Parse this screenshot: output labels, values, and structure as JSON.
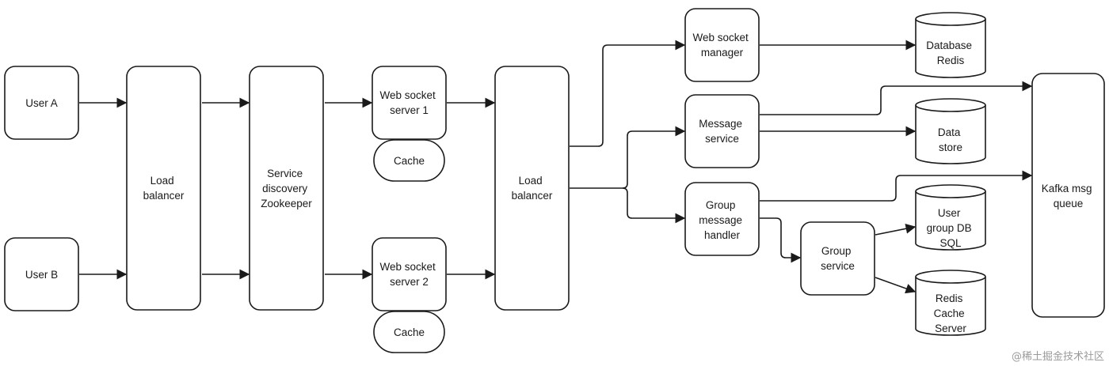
{
  "colors": {
    "stroke": "#1a1a1a",
    "background": "#ffffff",
    "watermark": "#9a9a9a"
  },
  "nodes": {
    "user_a": "User A",
    "user_b": "User B",
    "load_balancer_1": [
      "Load",
      "balancer"
    ],
    "service_discovery": [
      "Service",
      "discovery",
      "Zookeeper"
    ],
    "ws_server_1": [
      "Web socket",
      "server 1"
    ],
    "cache_1": "Cache",
    "ws_server_2": [
      "Web socket",
      "server 2"
    ],
    "cache_2": "Cache",
    "load_balancer_2": [
      "Load",
      "balancer"
    ],
    "ws_manager": [
      "Web socket",
      "manager"
    ],
    "message_service": [
      "Message",
      "service"
    ],
    "group_handler": [
      "Group",
      "message",
      "handler"
    ],
    "group_service": [
      "Group",
      "service"
    ],
    "db_redis": [
      "Database",
      "Redis"
    ],
    "data_store": [
      "Data",
      "store"
    ],
    "user_group_db": [
      "User",
      "group DB",
      "SQL"
    ],
    "redis_cache": [
      "Redis",
      "Cache",
      "Server"
    ],
    "kafka": [
      "Kafka msg",
      "queue"
    ]
  },
  "watermark": "@稀土掘金技术社区"
}
